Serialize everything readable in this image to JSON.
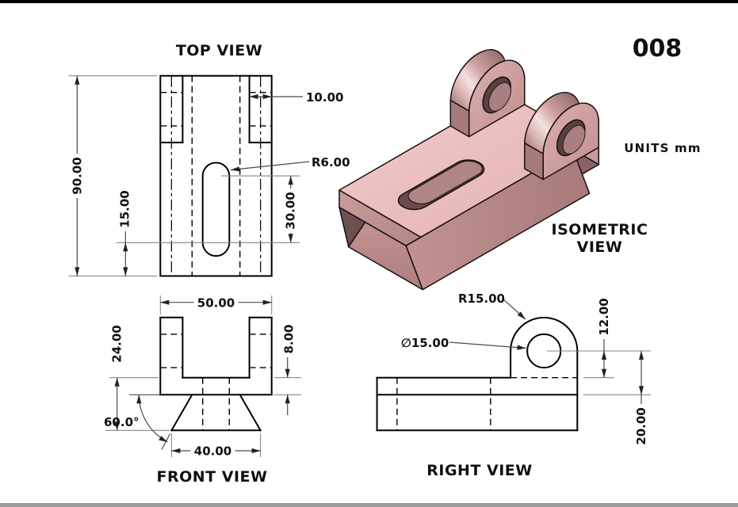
{
  "page": {
    "part_number": "008",
    "units_label": "UNITS mm"
  },
  "views": {
    "top": {
      "title": "TOP VIEW",
      "dims": {
        "height": "90.00",
        "slot_offset": "15.00",
        "slot_length": "30.00",
        "lug_width": "10.00",
        "slot_radius": "R6.00"
      }
    },
    "front": {
      "title": "FRONT VIEW",
      "dims": {
        "width": "50.00",
        "total_height": "24.00",
        "plate_thickness": "8.00",
        "angle": "60.0°",
        "base_width": "40.00"
      }
    },
    "right": {
      "title": "RIGHT VIEW",
      "dims": {
        "lug_radius": "R15.00",
        "hole_diameter": "∅15.00",
        "hole_offset": "12.00",
        "base_height": "20.00"
      }
    },
    "isometric": {
      "title_line1": "ISOMETRIC",
      "title_line2": "VIEW"
    }
  },
  "colors": {
    "accent_top_face": "#efc2c2",
    "accent_side_face": "#b98b8b",
    "accent_dark": "#6f5050",
    "line": "#000000"
  }
}
